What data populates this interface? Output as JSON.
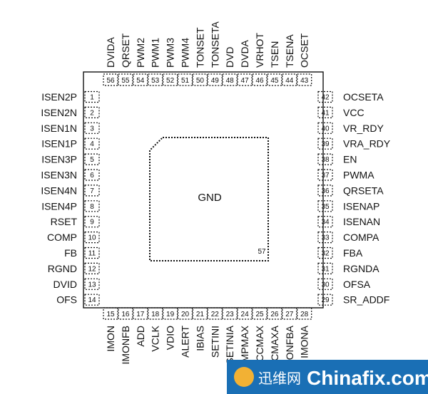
{
  "chip": {
    "center_label": "GND",
    "pad_pin": "57",
    "top_partial_label": "(                    )"
  },
  "pins": {
    "left": [
      {
        "num": "1",
        "name": "ISEN2P"
      },
      {
        "num": "2",
        "name": "ISEN2N"
      },
      {
        "num": "3",
        "name": "ISEN1N"
      },
      {
        "num": "4",
        "name": "ISEN1P"
      },
      {
        "num": "5",
        "name": "ISEN3P"
      },
      {
        "num": "6",
        "name": "ISEN3N"
      },
      {
        "num": "7",
        "name": "ISEN4N"
      },
      {
        "num": "8",
        "name": "ISEN4P"
      },
      {
        "num": "9",
        "name": "RSET"
      },
      {
        "num": "10",
        "name": "COMP"
      },
      {
        "num": "11",
        "name": "FB"
      },
      {
        "num": "12",
        "name": "RGND"
      },
      {
        "num": "13",
        "name": "DVID"
      },
      {
        "num": "14",
        "name": "OFS"
      }
    ],
    "right": [
      {
        "num": "42",
        "name": "OCSETA"
      },
      {
        "num": "41",
        "name": "VCC"
      },
      {
        "num": "40",
        "name": "VR_RDY"
      },
      {
        "num": "39",
        "name": "VRA_RDY"
      },
      {
        "num": "38",
        "name": "EN"
      },
      {
        "num": "37",
        "name": "PWMA"
      },
      {
        "num": "36",
        "name": "QRSETA"
      },
      {
        "num": "35",
        "name": "ISENAP"
      },
      {
        "num": "34",
        "name": "ISENAN"
      },
      {
        "num": "33",
        "name": "COMPA"
      },
      {
        "num": "32",
        "name": "FBA"
      },
      {
        "num": "31",
        "name": "RGNDA"
      },
      {
        "num": "30",
        "name": "OFSA"
      },
      {
        "num": "29",
        "name": "SR_ADDF"
      }
    ],
    "top": [
      {
        "num": "56",
        "name": "DVIDA"
      },
      {
        "num": "55",
        "name": "QRSET"
      },
      {
        "num": "54",
        "name": "PWM2"
      },
      {
        "num": "53",
        "name": "PWM1"
      },
      {
        "num": "52",
        "name": "PWM3"
      },
      {
        "num": "51",
        "name": "PWM4"
      },
      {
        "num": "50",
        "name": "TONSET"
      },
      {
        "num": "49",
        "name": "TONSETA"
      },
      {
        "num": "48",
        "name": "DVD"
      },
      {
        "num": "47",
        "name": "DVDA"
      },
      {
        "num": "46",
        "name": "VRHOT"
      },
      {
        "num": "45",
        "name": "TSEN"
      },
      {
        "num": "44",
        "name": "TSENA"
      },
      {
        "num": "43",
        "name": "OCSET"
      }
    ],
    "bottom": [
      {
        "num": "15",
        "name": "IMON"
      },
      {
        "num": "16",
        "name": "IMONFB"
      },
      {
        "num": "17",
        "name": "ADD"
      },
      {
        "num": "18",
        "name": "VCLK"
      },
      {
        "num": "19",
        "name": "VDIO"
      },
      {
        "num": "20",
        "name": "ALERT"
      },
      {
        "num": "21",
        "name": "IBIAS"
      },
      {
        "num": "22",
        "name": "SETINI"
      },
      {
        "num": "23",
        "name": "SETINIA"
      },
      {
        "num": "24",
        "name": "TMPMAX"
      },
      {
        "num": "25",
        "name": "ICCMAX"
      },
      {
        "num": "26",
        "name": "ICCMAXA"
      },
      {
        "num": "27",
        "name": "IMONFBA"
      },
      {
        "num": "28",
        "name": "IMONA"
      }
    ]
  },
  "watermark": {
    "text_cn": "迅维网",
    "text_en": "Chinafix.com",
    "bg_color": "#1a6fb5",
    "accent_color": "#f2b134"
  }
}
